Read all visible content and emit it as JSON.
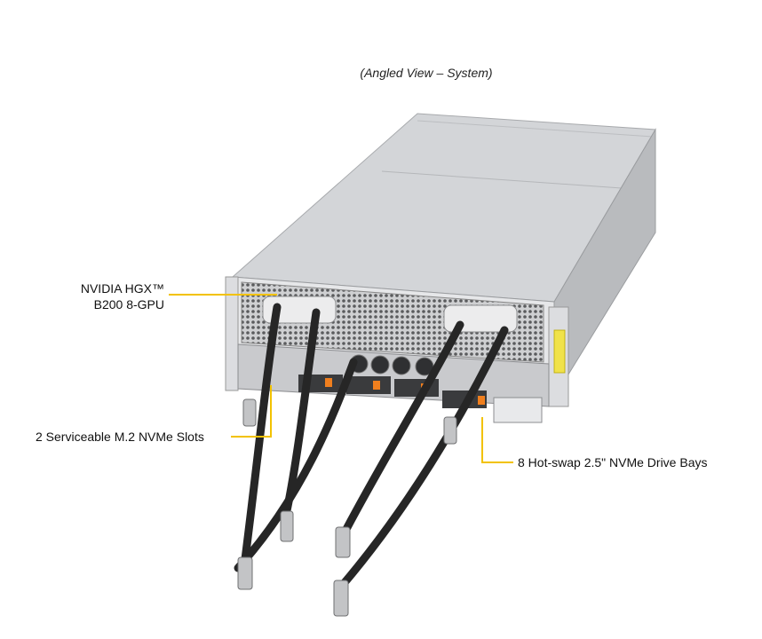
{
  "caption": "(Angled View – System)",
  "callouts": {
    "gpu_line1": "NVIDIA HGX™",
    "gpu_line2": "B200 8-GPU",
    "m2_slots": "2 Serviceable M.2 NVMe Slots",
    "drive_bays": "8 Hot-swap 2.5\" NVMe Drive Bays"
  },
  "colors": {
    "callout_line": "#f2c200",
    "chassis_top": "#cfd1d4",
    "chassis_side": "#b8babd",
    "chassis_front": "#e4e5e7",
    "hose": "#2a2a2a",
    "drive_tab": "#f07f1e"
  }
}
